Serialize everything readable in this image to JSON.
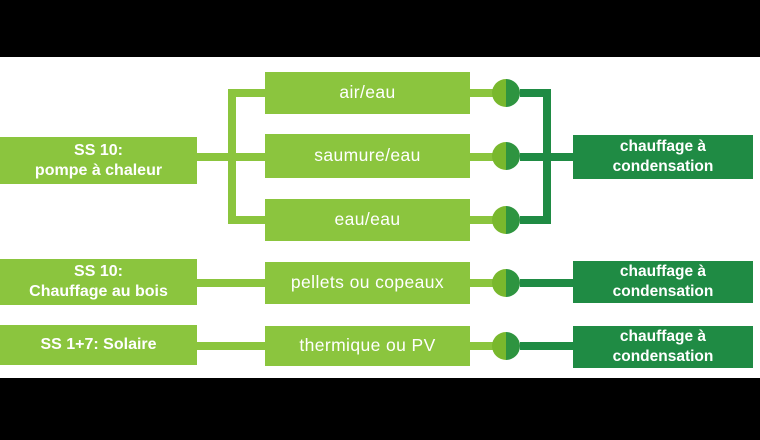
{
  "colors": {
    "background": "#ffffff",
    "bar": "#000000",
    "light_green": "#8bc53e",
    "dark_green": "#1f8b44",
    "circle_left": "#79b82d",
    "circle_right": "#2e9440",
    "text": "#ffffff"
  },
  "diagram": {
    "groups": [
      {
        "source": {
          "line1": "SS 10:",
          "line2": "pompe à chaleur"
        },
        "options": [
          "air/eau",
          "saumure/eau",
          "eau/eau"
        ],
        "target": {
          "line1": "chauffage à",
          "line2": "condensation"
        }
      },
      {
        "source": {
          "line1": "SS 10:",
          "line2": "Chauffage au bois"
        },
        "options": [
          "pellets ou copeaux"
        ],
        "target": {
          "line1": "chauffage à",
          "line2": "condensation"
        }
      },
      {
        "source": {
          "line1": "SS 1+7: Solaire"
        },
        "options": [
          "thermique ou PV"
        ],
        "target": {
          "line1": "chauffage à",
          "line2": "condensation"
        }
      }
    ]
  }
}
